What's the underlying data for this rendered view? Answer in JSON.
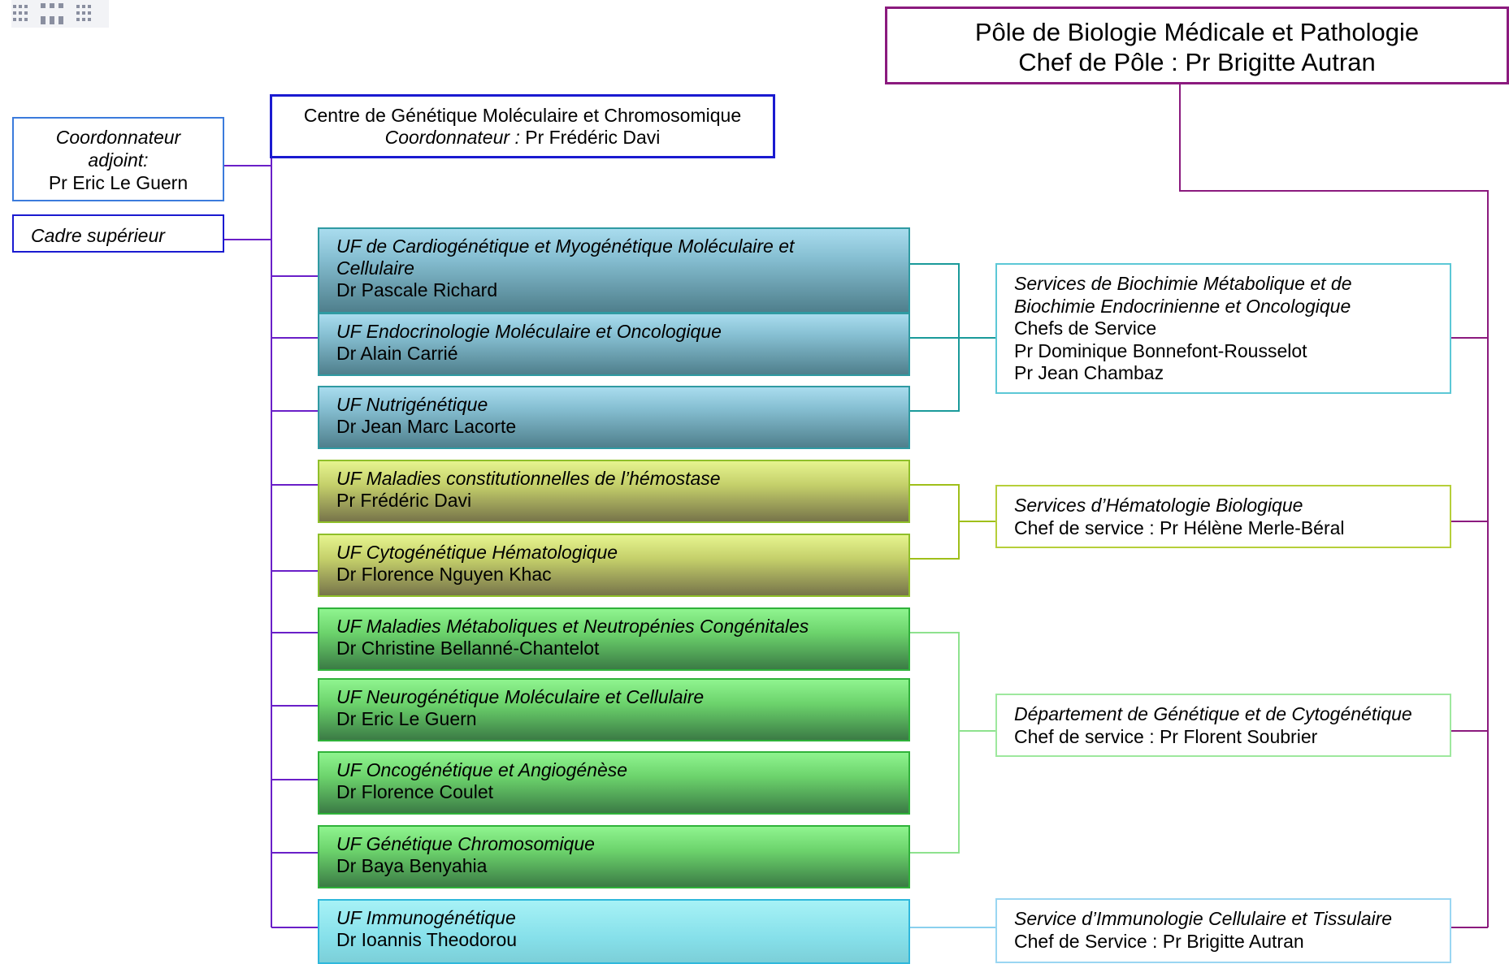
{
  "pole": {
    "line1": "Pôle de Biologie Médicale et Pathologie",
    "line2": "Chef de Pôle : Pr Brigitte Autran",
    "color": "#8b1a7e"
  },
  "centre": {
    "line1": "Centre de Génétique Moléculaire et Chromosomique",
    "line2_label": "Coordonnateur :",
    "line2_name": " Pr Frédéric Davi"
  },
  "coordonnateur_adjoint": {
    "label1": "Coordonnateur",
    "label2": "adjoint:",
    "name": "Pr Eric Le Guern"
  },
  "cadre": {
    "label": "Cadre supérieur"
  },
  "units": [
    {
      "title": "UF de Cardiogénétique et Myogénétique Moléculaire et",
      "title2": "Cellulaire",
      "head": "Dr Pascale Richard",
      "group": "blue"
    },
    {
      "title": "UF  Endocrinologie Moléculaire et Oncologique",
      "head": "Dr Alain Carrié",
      "group": "blue"
    },
    {
      "title": "UF  Nutrigénétique",
      "head": "Dr Jean Marc Lacorte",
      "group": "blue"
    },
    {
      "title": "UF  Maladies constitutionnelles de l’hémostase",
      "head": "Pr Frédéric Davi",
      "group": "yellow"
    },
    {
      "title": "UF  Cytogénétique Hématologique",
      "head": "Dr Florence Nguyen Khac",
      "group": "yellow"
    },
    {
      "title": "UF  Maladies Métaboliques et Neutropénies Congénitales",
      "head": "Dr Christine Bellanné-Chantelot",
      "group": "green"
    },
    {
      "title": "UF  Neurogénétique Moléculaire et Cellulaire",
      "head": "Dr Eric Le Guern",
      "group": "green"
    },
    {
      "title": "UF Oncogénétique et Angiogénèse",
      "head": "Dr Florence Coulet",
      "group": "green"
    },
    {
      "title": "UF Génétique Chromosomique",
      "head": "Dr Baya Benyahia",
      "group": "green"
    },
    {
      "title": "UF  Immunogénétique",
      "head": "Dr Ioannis Theodorou",
      "group": "cyan"
    }
  ],
  "services": [
    {
      "title1": "Services de Biochimie Métabolique et de",
      "title2": "Biochimie Endocrinienne et Oncologique",
      "lines": [
        "Chefs de Service",
        "Pr Dominique Bonnefont-Rousselot",
        "Pr Jean Chambaz"
      ]
    },
    {
      "title1": "Services d’Hématologie Biologique",
      "lines": [
        "Chef de service : Pr Hélène Merle-Béral"
      ]
    },
    {
      "title1": "Département de Génétique et de Cytogénétique",
      "lines": [
        "Chef de service : Pr Florent Soubrier"
      ]
    },
    {
      "title1": "Service d’Immunologie Cellulaire et Tissulaire",
      "lines": [
        "Chef de Service : Pr Brigitte Autran"
      ]
    }
  ]
}
